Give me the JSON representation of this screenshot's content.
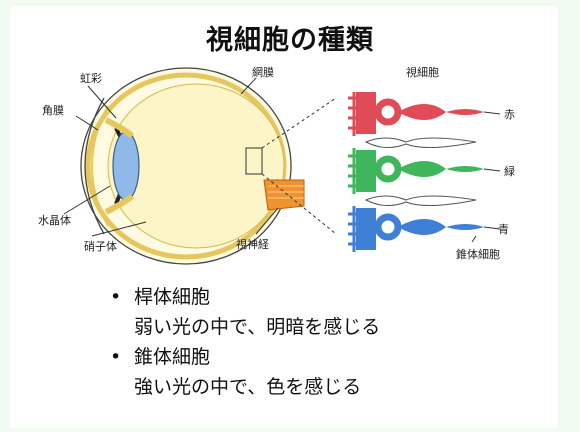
{
  "title": "視細胞の種類",
  "figure": {
    "labels": {
      "iris": "虹彩",
      "cornea": "角膜",
      "lens": "水晶体",
      "vitreous": "硝子体",
      "retina": "網膜",
      "optic_nerve": "視神経",
      "photoreceptors": "視細胞",
      "red": "赤",
      "green": "緑",
      "blue": "青",
      "cone": "錐体細胞"
    },
    "colors": {
      "red_cone": "#e04b57",
      "green_cone": "#3fb55c",
      "blue_cone": "#3f7fd6",
      "eye_fill": "#f2e78a",
      "nerve": "#f0922f",
      "lens": "#8fb9e8"
    }
  },
  "bullets": [
    {
      "term": "桿体細胞",
      "desc": "弱い光の中で、明暗を感じる"
    },
    {
      "term": "錐体細胞",
      "desc": "強い光の中で、色を感じる"
    }
  ]
}
